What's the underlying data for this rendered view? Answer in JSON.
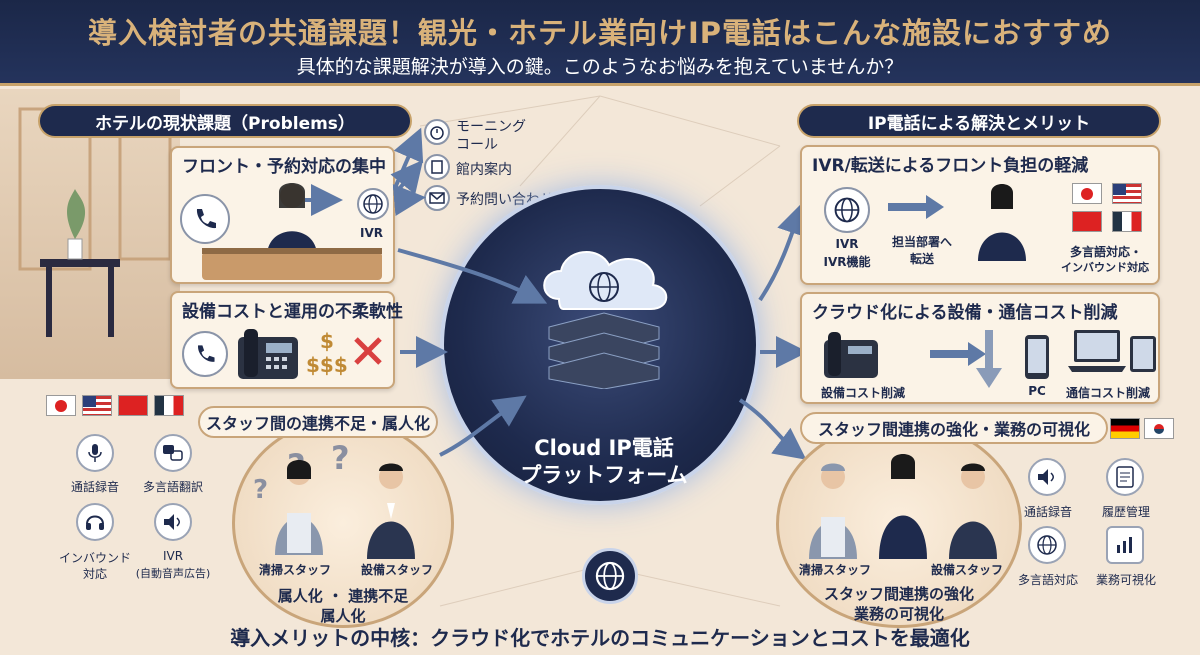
{
  "header": {
    "title": "導入検討者の共通課題！観光・ホテル業向けIP電話はこんな施設におすすめ",
    "subtitle": "具体的な課題解決が導入の鍵。このようなお悩みを抱えていませんか？"
  },
  "left": {
    "heading": "ホテルの現状課題（Problems）",
    "panel1": {
      "title": "フロント・予約対応の集中",
      "ivr": "IVR",
      "callouts": [
        "モーニング",
        "コール",
        "館内案内",
        "予約問い合わせ"
      ]
    },
    "panel2": {
      "title": "設備コストと運用の不柔軟性",
      "cost_symbol_1": "$",
      "cost_symbol_2": "$$$"
    },
    "panel3": {
      "title": "スタッフ間の連携不足・属人化",
      "q": "?",
      "staff_a": "清掃スタッフ",
      "staff_b": "設備スタッフ",
      "caption_1": "属人化 ・ 連携不足",
      "caption_2": "属人化"
    },
    "features": [
      "通話録音",
      "多言語翻訳",
      "インバウンド",
      "対応",
      "IVR",
      "(自動音声広告)"
    ]
  },
  "center": {
    "label_1": "Cloud IP電話",
    "label_2": "プラットフォーム"
  },
  "right": {
    "heading": "IP電話による解決とメリット",
    "panel1": {
      "title": "IVR/転送によるフロント負担の軽減",
      "ivr_1": "IVR",
      "ivr_2": "IVR機能",
      "transfer_1": "担当部署へ",
      "transfer_2": "転送",
      "multi_1": "多言語対応・",
      "multi_2": "インバウンド対応"
    },
    "panel2": {
      "title": "クラウド化による設備・通信コスト削減",
      "label_a": "設備コスト削減",
      "label_b": "PC",
      "label_c": "通信コスト削減"
    },
    "panel3": {
      "title": "スタッフ間連携の強化・業務の可視化",
      "staff_a": "清掃スタッフ",
      "staff_b": "設備スタッフ",
      "caption_1": "スタッフ間連携の強化",
      "caption_2": "業務の可視化"
    },
    "features": [
      "通話録音",
      "履歴管理",
      "多言語対応",
      "業務可視化"
    ]
  },
  "footer": "導入メリットの中核：クラウド化でホテルのコミュニケーションとコストを最適化",
  "colors": {
    "navy": "#1e2a4d",
    "gold": "#c7a26a",
    "cream": "#fbf3e7",
    "arrow": "#5e79a6",
    "red": "#d94040"
  }
}
